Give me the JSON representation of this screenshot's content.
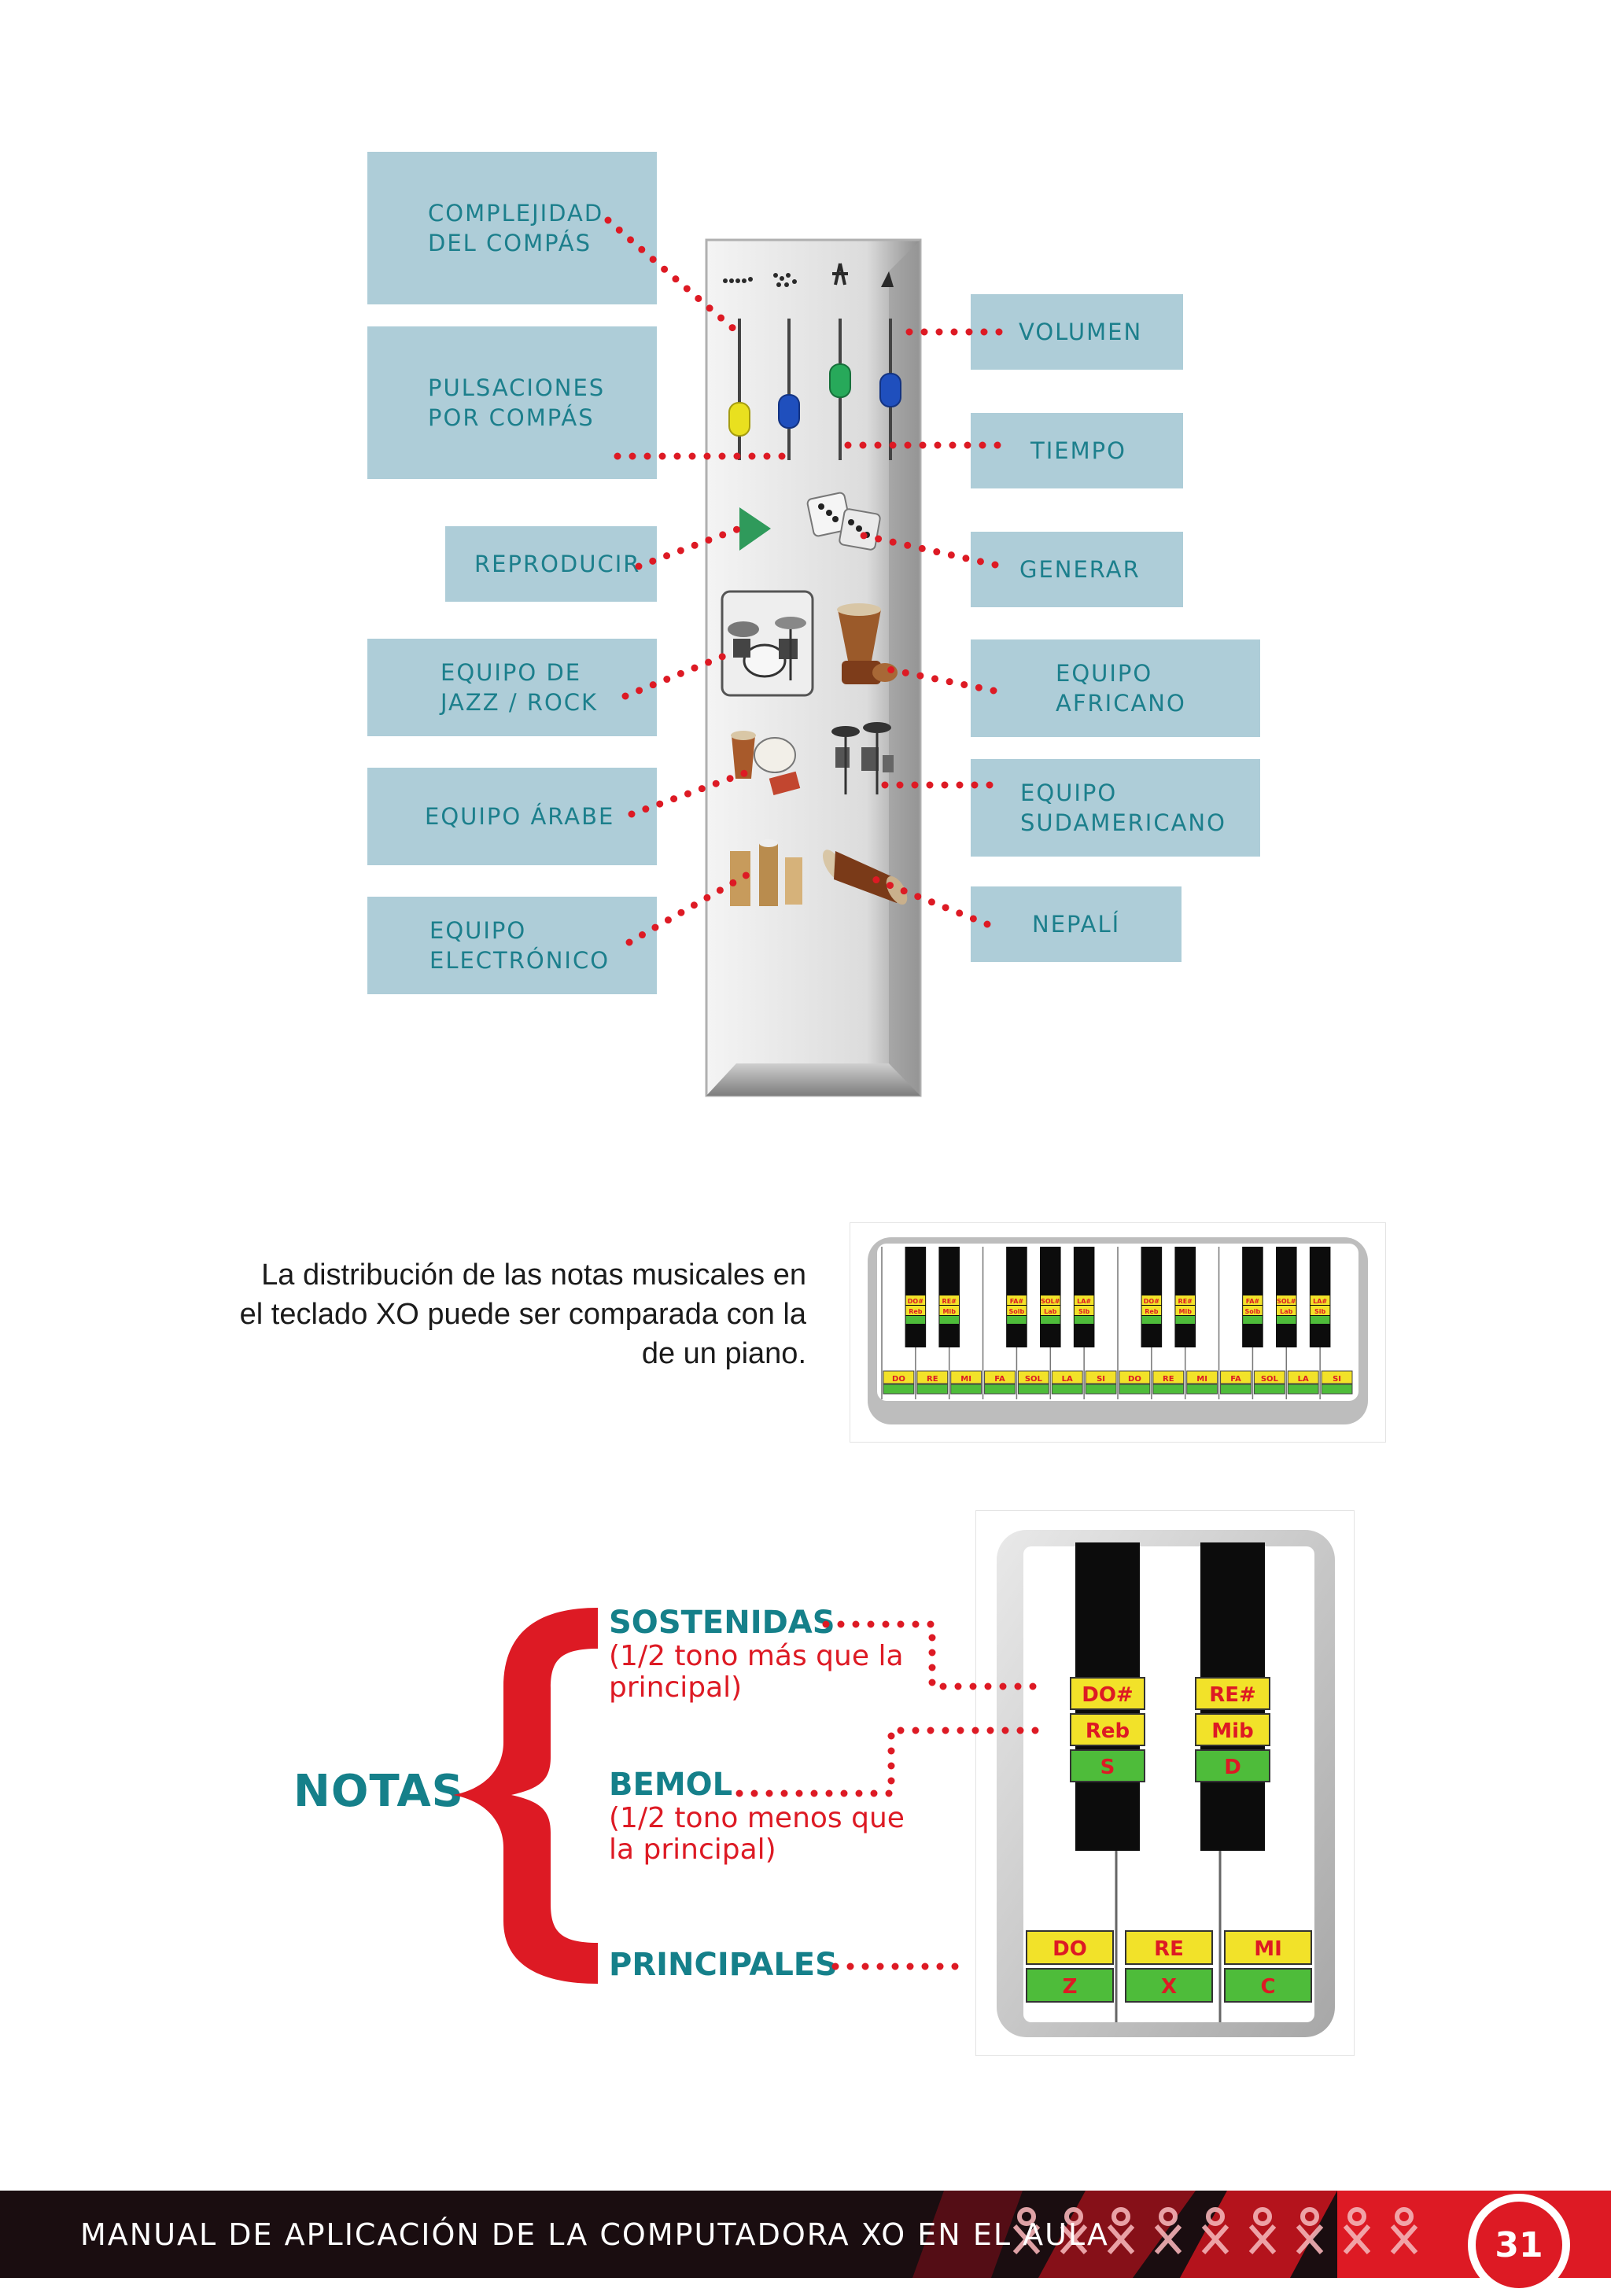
{
  "panel_labels": {
    "complejidad": [
      "COMPLEJIDAD",
      "DEL COMPÁS"
    ],
    "pulsaciones": [
      "PULSACIONES",
      "POR COMPÁS"
    ],
    "reproducir": "REPRODUCIR",
    "jazz_rock": [
      "EQUIPO DE",
      "JAZZ / ROCK"
    ],
    "arabe": "EQUIPO ÁRABE",
    "electronico": [
      "EQUIPO",
      "ELECTRÓNICO"
    ],
    "volumen": "VOLUMEN",
    "tiempo": "TIEMPO",
    "generar": "GENERAR",
    "africano": [
      "EQUIPO",
      "AFRICANO"
    ],
    "sudamericano": [
      "EQUIPO",
      "SUDAMERICANO"
    ],
    "nepali": "NEPALÍ"
  },
  "description": [
    "La distribución de las notas musicales en",
    "el teclado XO puede ser comparada con la",
    "de un piano."
  ],
  "keyboard": {
    "black_keys": [
      [
        "DO#",
        "Reb"
      ],
      [
        "RE#",
        "Mib"
      ],
      [
        "FA#",
        "Solb"
      ],
      [
        "SOL#",
        "Lab"
      ],
      [
        "LA#",
        "Sib"
      ],
      [
        "DO#",
        "Reb"
      ],
      [
        "RE#",
        "Mib"
      ],
      [
        "FA#",
        "Solb"
      ],
      [
        "SOL#",
        "Lab"
      ],
      [
        "LA#",
        "Sib"
      ]
    ],
    "white_keys": [
      "DO",
      "RE",
      "MI",
      "FA",
      "SOL",
      "LA",
      "SI",
      "DO",
      "RE",
      "MI",
      "FA",
      "SOL",
      "LA",
      "SI"
    ]
  },
  "notes": {
    "title": "NOTAS",
    "sostenidas": {
      "label": "SOSTENIDAS",
      "sub": [
        "(1/2 tono más que la",
        "principal)"
      ]
    },
    "bemol": {
      "label": "BEMOL",
      "sub": [
        "(1/2 tono menos que",
        "la principal)"
      ]
    },
    "principales": {
      "label": "PRINCIPALES"
    }
  },
  "zoom_keys": {
    "black": [
      {
        "sharp": "DO#",
        "flat": "Reb",
        "key": "S"
      },
      {
        "sharp": "RE#",
        "flat": "Mib",
        "key": "D"
      }
    ],
    "white": [
      {
        "note": "DO",
        "key": "Z"
      },
      {
        "note": "RE",
        "key": "X"
      },
      {
        "note": "MI",
        "key": "C"
      }
    ]
  },
  "footer": {
    "text": "MANUAL DE APLICACIÓN DE LA COMPUTADORA XO EN EL AULA",
    "page": "31"
  },
  "colors": {
    "callout_bg": "#aecdd8",
    "teal": "#1c7f8c",
    "red": "#dd1a24",
    "footer_bg": "#1a0d10"
  }
}
